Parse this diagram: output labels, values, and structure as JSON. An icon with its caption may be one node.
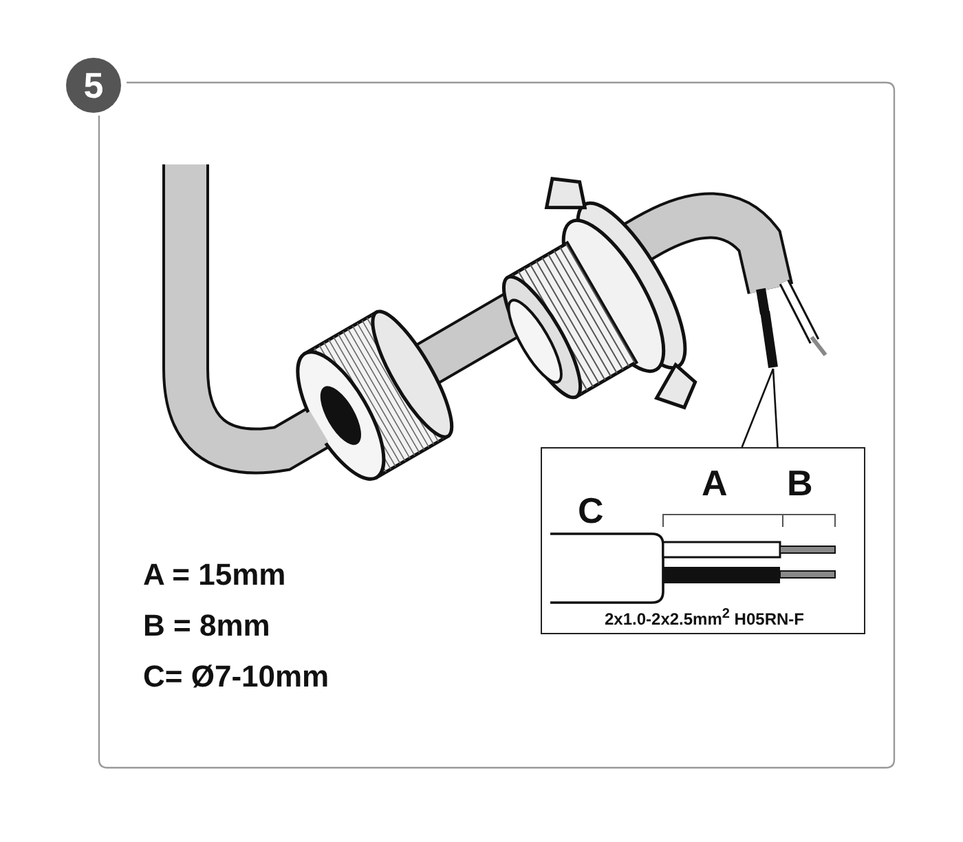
{
  "diagram": {
    "nodes": [
      {
        "text": [
          "C",
          "A",
          "B",
          "2x1.0-2x2.5mm$^{2}$ H05RN-F"
        ]
      },
      {
        "text": [],
        "shape": "picture"
      }
    ],
    "edges": [
      {
        "from": 0,
        "to": 1,
        "arrow": "none"
      },
      {
        "from": 0,
        "to": 1,
        "arrow": "none"
      }
    ],
    "labels": [
      "5",
      "A = 15mm",
      "B = 8mm",
      "C= Ø7-10mm"
    ]
  }
}
